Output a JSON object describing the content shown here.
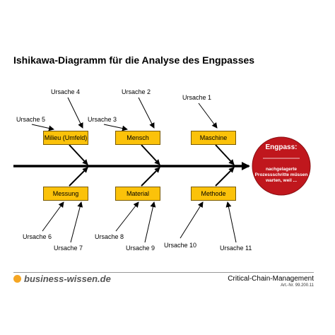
{
  "title": "Ishikawa-Diagramm für die Analyse des Engpasses",
  "categories": {
    "top": [
      "Milieu (Umfeld)",
      "Mensch",
      "Maschine"
    ],
    "bottom": [
      "Messung",
      "Material",
      "Methode"
    ]
  },
  "causes": [
    "Ursache 1",
    "Ursache 2",
    "Ursache 3",
    "Ursache 4",
    "Ursache 5",
    "Ursache 6",
    "Ursache 7",
    "Ursache 8",
    "Ursache 9",
    "Ursache 10",
    "Ursache 11"
  ],
  "effect": {
    "title": "Engpass:",
    "text": "nachgelagerte Prozessschritte müssen warten, weil ..."
  },
  "footer": {
    "brand": "business-wissen.de",
    "method": "Critical-Chain-Management",
    "art_nr": "Art.-Nr. 99.200.11"
  },
  "colors": {
    "box_fill": "#fbc20a",
    "effect_fill": "#c0171d",
    "brand_dot": "#f5a623"
  }
}
